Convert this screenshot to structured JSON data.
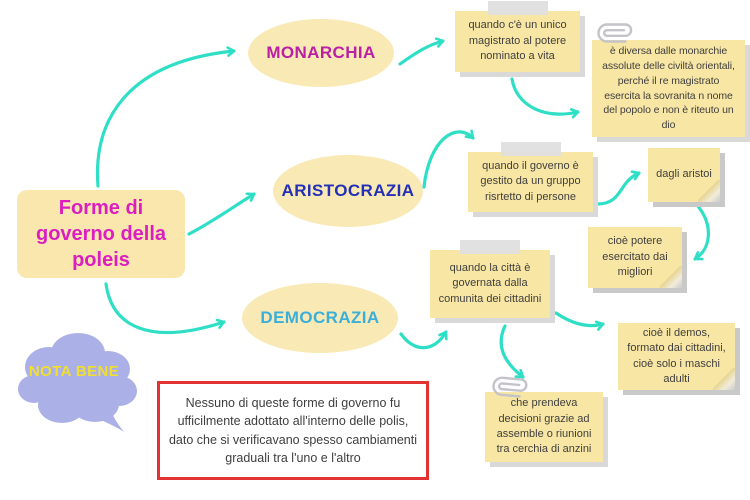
{
  "main": {
    "label": "Forme di governo della poleis"
  },
  "nodes": {
    "monarchia": {
      "label": "MONARCHIA",
      "color": "#ba1fa6"
    },
    "aristocrazia": {
      "label": "ARISTOCRAZIA",
      "color": "#2431b7"
    },
    "democrazia": {
      "label": "DEMOCRAZIA",
      "color": "#3bafda"
    }
  },
  "notes": {
    "monarchia_def": "quando c'è un unico magistrato al potere nominato a vita",
    "monarchia_diff": "è diversa dalle monarchie assolute delle civiltà orientali, perché il re magistrato esercita la sovranita n nome del popolo e non è riteuto un dio",
    "aristocrazia_def": "quando il governo è gestito da un gruppo risrtetto di persone",
    "dagli_aristoi": "dagli aristoi",
    "potere_migliori": "cioè potere esercitato dai migliori",
    "democrazia_def": "quando la città è governata dalla comunita dei cittadini",
    "demos": "cioè il demos, formato dai cittadini, cioè solo i maschi adulti",
    "assemblee": "che prendeva decisioni grazie ad assemble o riunioni tra cerchia di anzini"
  },
  "nota_bene": {
    "label": "NOTA BENE"
  },
  "warning": {
    "text": "Nessuno di queste forme di governo fu ufficilmente adottato all'interno delle polis, dato che si verificavano spesso cambiamenti graduali tra l'uno e l'altro"
  },
  "colors": {
    "sticky_yellow": "#f8e6a4",
    "node_yellow": "#f9e9b4",
    "arrow_turquoise": "#2edfc6",
    "title_magenta": "#dc1ec0",
    "cloud_lavender": "#abb1e7",
    "nota_bene_yellow": "#f1df2e",
    "warning_red": "#e23232",
    "note_text": "#3f3f3f"
  },
  "icons": {
    "paperclip": "paperclip-icon",
    "tape": "tape-decoration",
    "folded_corner": "folded-corner"
  }
}
